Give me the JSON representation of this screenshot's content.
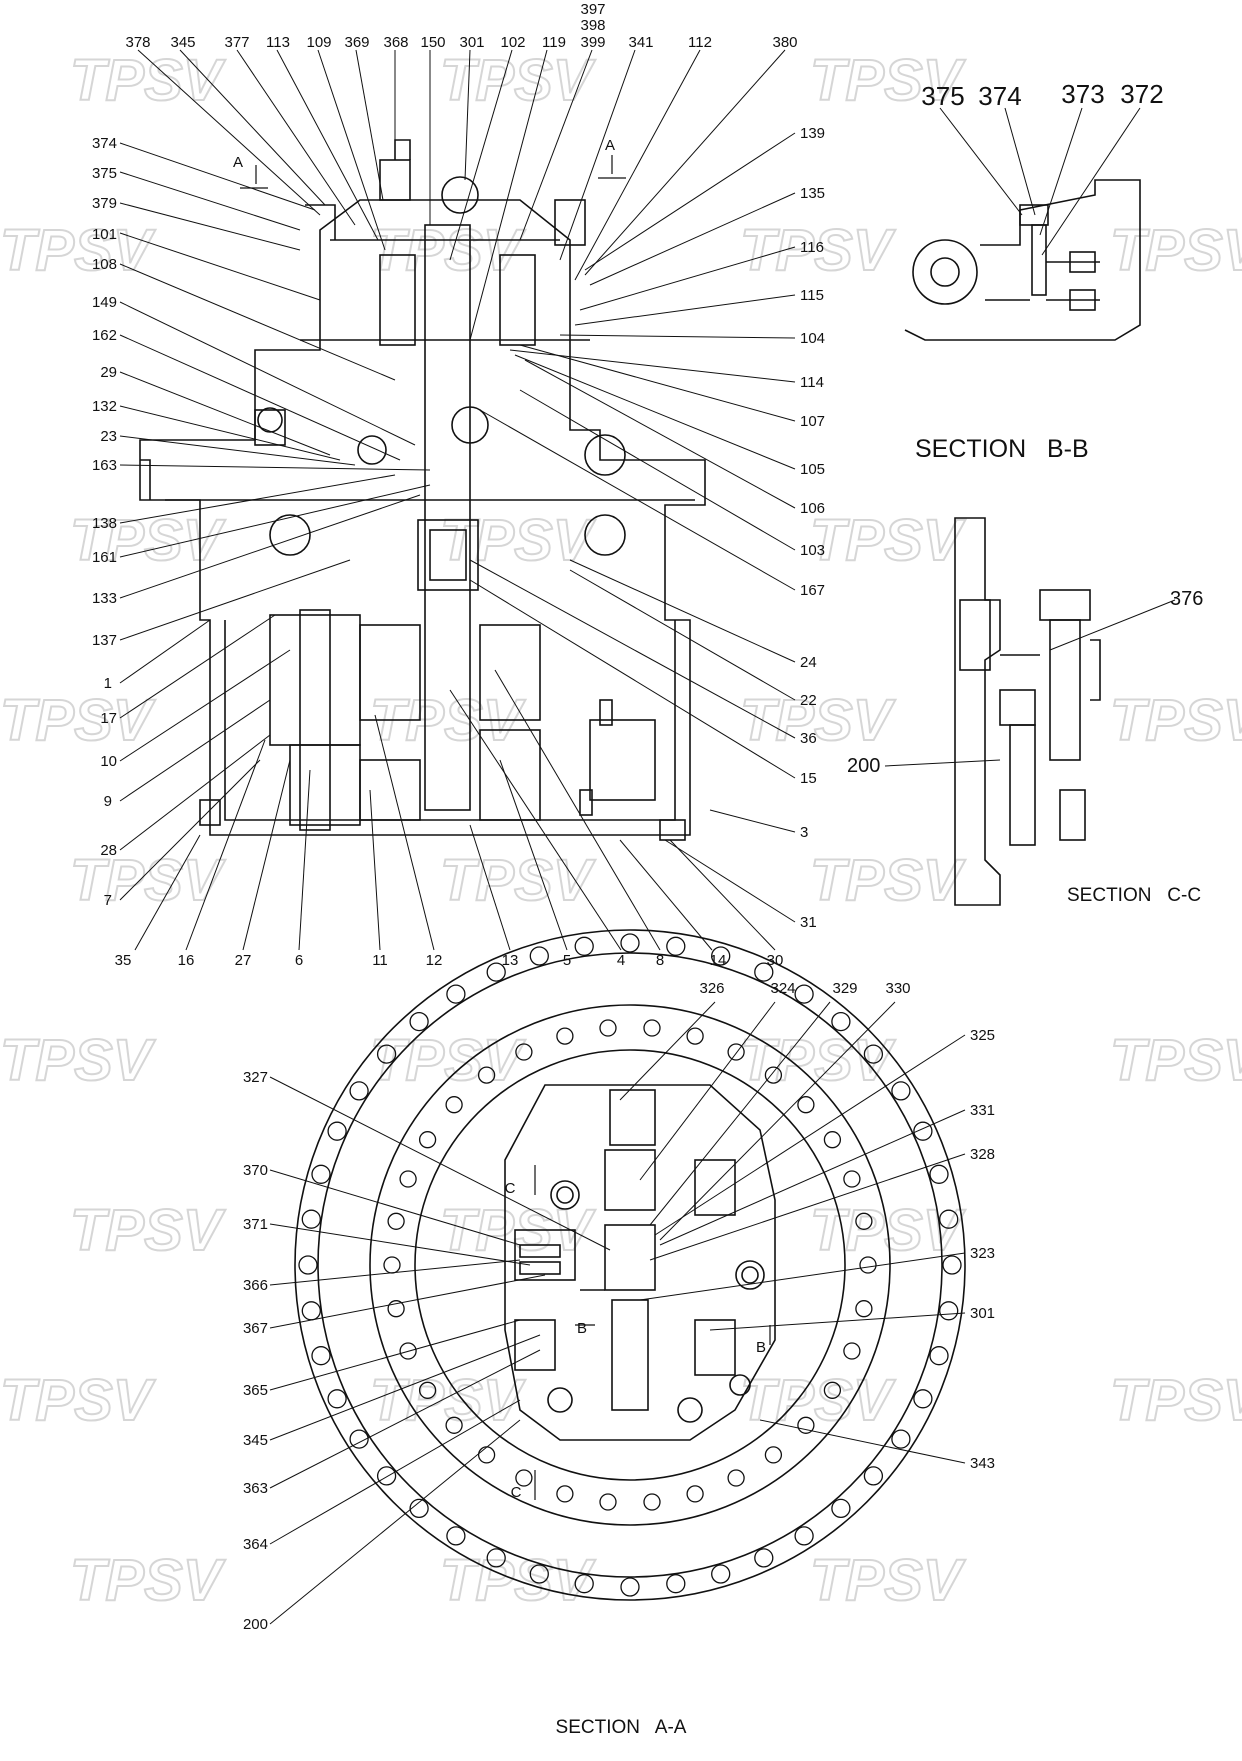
{
  "watermark": "TPSV",
  "main_section_labels": {
    "top": [
      "378",
      "345",
      "377",
      "113",
      "109",
      "369",
      "368",
      "150",
      "301",
      "102",
      "119",
      "399",
      "341",
      "112",
      "380"
    ],
    "top_stack": [
      "397",
      "398"
    ],
    "left": [
      "374",
      "375",
      "379",
      "101",
      "108",
      "149",
      "162",
      "29",
      "132",
      "23",
      "163",
      "138",
      "161",
      "133",
      "137",
      "1",
      "17",
      "10",
      "9",
      "28",
      "7"
    ],
    "right": [
      "139",
      "135",
      "116",
      "115",
      "104",
      "114",
      "107",
      "105",
      "106",
      "103",
      "167",
      "24",
      "22",
      "36",
      "15",
      "3",
      "31"
    ],
    "bottom": [
      "35",
      "16",
      "27",
      "6",
      "11",
      "12",
      "13",
      "5",
      "4",
      "8",
      "14",
      "30"
    ],
    "section_a_markers": [
      "A",
      "A"
    ]
  },
  "section_bb": {
    "title": "SECTION   B-B",
    "labels": [
      "375",
      "374",
      "373",
      "372"
    ]
  },
  "section_cc": {
    "title": "SECTION   C-C",
    "labels": [
      "376",
      "200"
    ]
  },
  "section_aa": {
    "title": "SECTION   A-A",
    "labels_top": [
      "326",
      "324",
      "329",
      "330"
    ],
    "labels_right": [
      "325",
      "331",
      "328",
      "323",
      "301",
      "343"
    ],
    "labels_left": [
      "327",
      "370",
      "371",
      "366",
      "367",
      "365",
      "345",
      "363",
      "364",
      "200"
    ],
    "markers": [
      "C",
      "B",
      "B",
      "C"
    ]
  }
}
